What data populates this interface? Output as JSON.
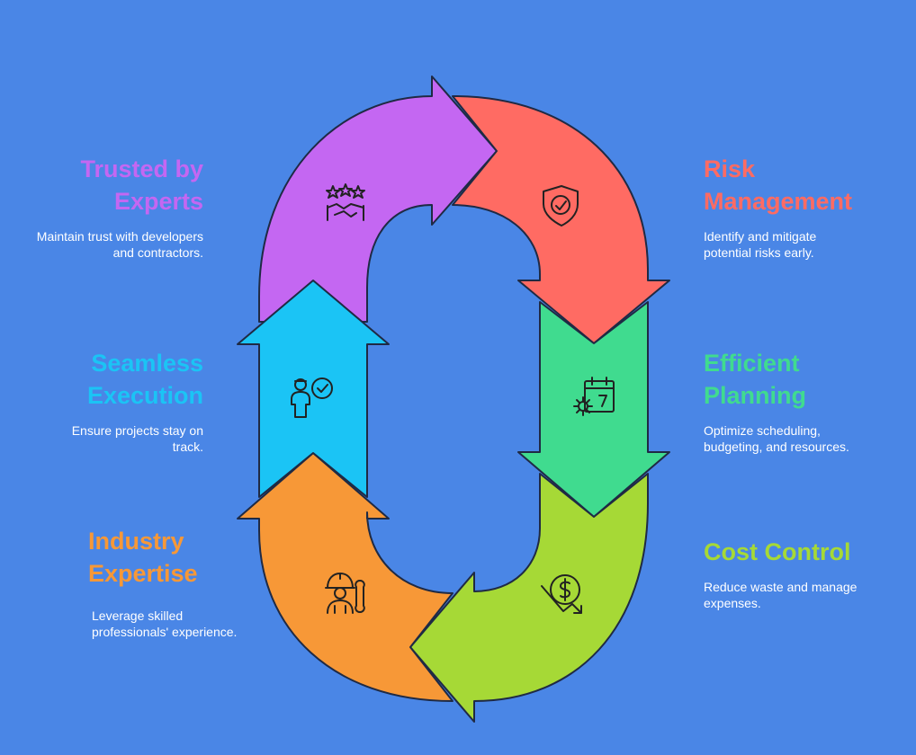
{
  "colors": {
    "background": "#4a86e6",
    "trusted": "#c467f2",
    "risk": "#ff6b63",
    "planning": "#40db8f",
    "cost": "#a6d936",
    "expertise": "#f79837",
    "execution": "#1bc4f5"
  },
  "steps": [
    {
      "title": "Trusted by Experts",
      "desc": "Maintain trust with developers and contractors.",
      "icon": "stars-handshake-icon"
    },
    {
      "title": "Risk Management",
      "desc": "Identify and mitigate potential risks early.",
      "icon": "shield-check-icon"
    },
    {
      "title": "Efficient Planning",
      "desc": "Optimize scheduling, budgeting, and resources.",
      "icon": "calendar-gear-icon"
    },
    {
      "title": "Cost Control",
      "desc": "Reduce waste and manage expenses.",
      "icon": "dollar-down-icon"
    },
    {
      "title": "Industry Expertise",
      "desc": "Leverage skilled professionals' experience.",
      "icon": "worker-wrench-icon"
    },
    {
      "title": "Seamless Execution",
      "desc": "Ensure projects stay on track.",
      "icon": "person-check-icon"
    }
  ]
}
